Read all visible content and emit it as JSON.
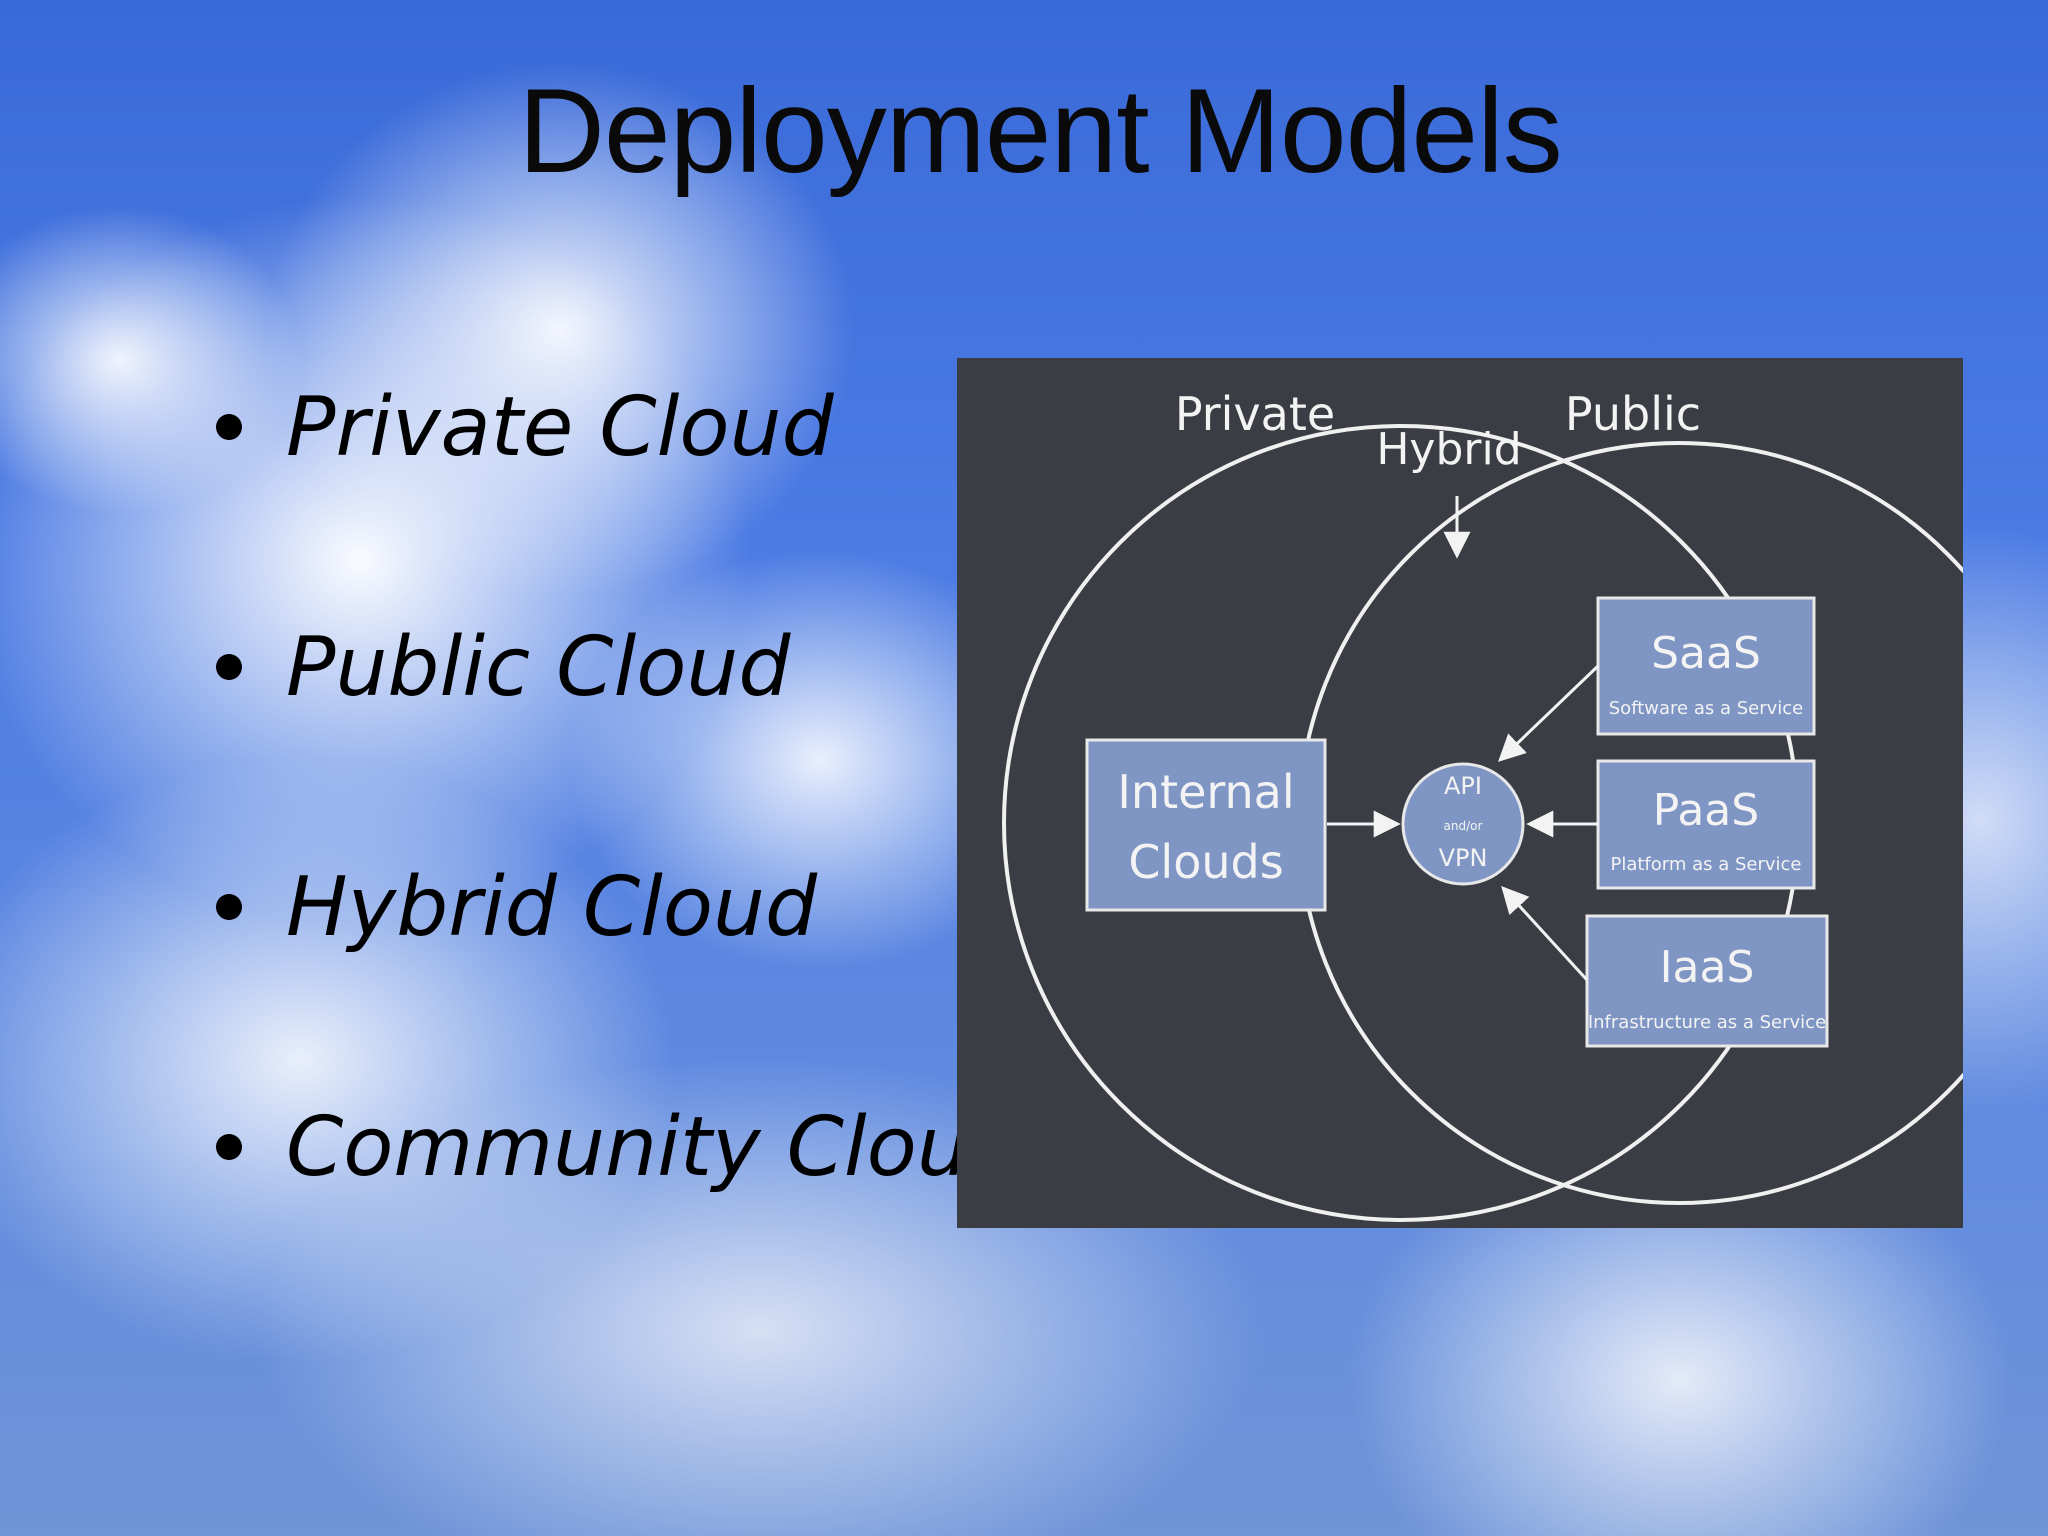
{
  "slide": {
    "title": "Deployment Models",
    "bullets": [
      {
        "label": "Private Cloud"
      },
      {
        "label": "Public Cloud"
      },
      {
        "label": "Hybrid Cloud"
      },
      {
        "label": "Community Cloud"
      }
    ]
  },
  "diagram": {
    "labels": {
      "private": "Private",
      "hybrid": "Hybrid",
      "public": "Public"
    },
    "internal_clouds": {
      "line1": "Internal",
      "line2": "Clouds"
    },
    "hub": {
      "line1": "API",
      "line2": "and/or",
      "line3": "VPN"
    },
    "services": [
      {
        "name": "SaaS",
        "desc": "Software as a Service"
      },
      {
        "name": "PaaS",
        "desc": "Platform as a Service"
      },
      {
        "name": "IaaS",
        "desc": "Infrastructure as a Service"
      }
    ],
    "colors": {
      "board": "#3b3d44",
      "box": "#7f95c4",
      "chalk": "#f3f3f3"
    }
  }
}
